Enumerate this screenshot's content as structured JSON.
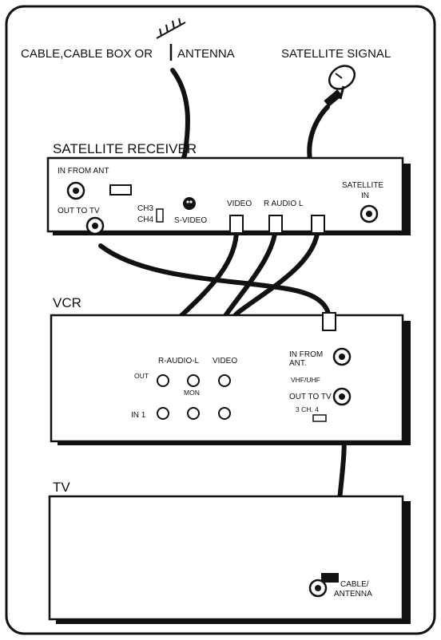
{
  "labels": {
    "top_left": "CABLE,CABLE BOX OR",
    "antenna": "ANTENNA",
    "satellite_signal": "SATELLITE SIGNAL",
    "satellite_receiver": "SATELLITE RECEIVER",
    "vcr": "VCR",
    "tv": "TV"
  },
  "receiver": {
    "in_from_ant": "IN FROM ANT",
    "out_to_tv": "OUT TO TV",
    "ch3": "CH3",
    "ch4": "CH4",
    "s_video": "S-VIDEO",
    "video": "VIDEO",
    "audio": "R AUDIO L",
    "satellite_in_1": "SATELLITE",
    "satellite_in_2": "IN"
  },
  "vcr_panel": {
    "audio": "R-AUDIO-L",
    "video": "VIDEO",
    "out": "OUT",
    "mon": "MON",
    "in1": "IN 1",
    "in_from_1": "IN FROM",
    "in_from_2": "ANT.",
    "vhf_uhf": "VHF/UHF",
    "out_to_tv": "OUT TO TV",
    "ch_switch": "3 CH. 4"
  },
  "tv_panel": {
    "cable_1": "CABLE/",
    "cable_2": "ANTENNA"
  }
}
